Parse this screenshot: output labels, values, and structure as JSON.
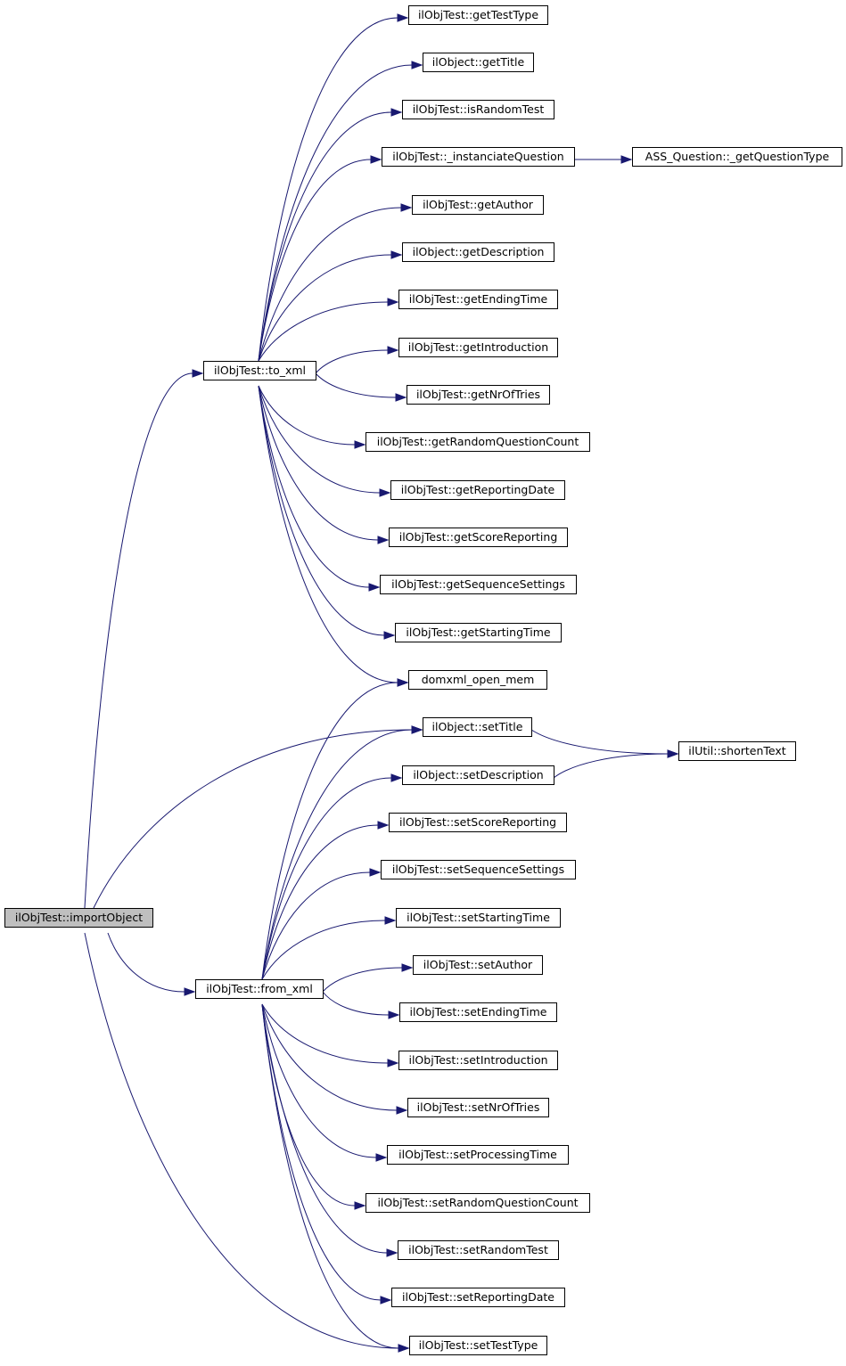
{
  "diagram": {
    "colors": {
      "edge": "#191970",
      "root_fill": "#bfbfbf",
      "node_fill": "#ffffff",
      "border": "#000000"
    },
    "nodes": [
      {
        "id": "importObject",
        "label": "ilObjTest::importObject",
        "root": true
      },
      {
        "id": "to_xml",
        "label": "ilObjTest::to_xml"
      },
      {
        "id": "from_xml",
        "label": "ilObjTest::from_xml"
      },
      {
        "id": "getTestType",
        "label": "ilObjTest::getTestType"
      },
      {
        "id": "getTitle",
        "label": "ilObject::getTitle"
      },
      {
        "id": "isRandomTest",
        "label": "ilObjTest::isRandomTest"
      },
      {
        "id": "instanciateQuestion",
        "label": "ilObjTest::_instanciateQuestion"
      },
      {
        "id": "getQuestionType",
        "label": "ASS_Question::_getQuestionType"
      },
      {
        "id": "getAuthor",
        "label": "ilObjTest::getAuthor"
      },
      {
        "id": "getDescription",
        "label": "ilObject::getDescription"
      },
      {
        "id": "getEndingTime",
        "label": "ilObjTest::getEndingTime"
      },
      {
        "id": "getIntroduction",
        "label": "ilObjTest::getIntroduction"
      },
      {
        "id": "getNrOfTries",
        "label": "ilObjTest::getNrOfTries"
      },
      {
        "id": "getRandomQuestionCount",
        "label": "ilObjTest::getRandomQuestionCount"
      },
      {
        "id": "getReportingDate",
        "label": "ilObjTest::getReportingDate"
      },
      {
        "id": "getScoreReporting",
        "label": "ilObjTest::getScoreReporting"
      },
      {
        "id": "getSequenceSettings",
        "label": "ilObjTest::getSequenceSettings"
      },
      {
        "id": "getStartingTime",
        "label": "ilObjTest::getStartingTime"
      },
      {
        "id": "domxml",
        "label": "domxml_open_mem"
      },
      {
        "id": "setTitle",
        "label": "ilObject::setTitle"
      },
      {
        "id": "shortenText",
        "label": "ilUtil::shortenText"
      },
      {
        "id": "setDescription",
        "label": "ilObject::setDescription"
      },
      {
        "id": "setScoreReporting",
        "label": "ilObjTest::setScoreReporting"
      },
      {
        "id": "setSequenceSettings",
        "label": "ilObjTest::setSequenceSettings"
      },
      {
        "id": "setStartingTime",
        "label": "ilObjTest::setStartingTime"
      },
      {
        "id": "setAuthor",
        "label": "ilObjTest::setAuthor"
      },
      {
        "id": "setEndingTime",
        "label": "ilObjTest::setEndingTime"
      },
      {
        "id": "setIntroduction",
        "label": "ilObjTest::setIntroduction"
      },
      {
        "id": "setNrOfTries",
        "label": "ilObjTest::setNrOfTries"
      },
      {
        "id": "setProcessingTime",
        "label": "ilObjTest::setProcessingTime"
      },
      {
        "id": "setRandomQuestionCount",
        "label": "ilObjTest::setRandomQuestionCount"
      },
      {
        "id": "setRandomTest",
        "label": "ilObjTest::setRandomTest"
      },
      {
        "id": "setReportingDate",
        "label": "ilObjTest::setReportingDate"
      },
      {
        "id": "setTestType",
        "label": "ilObjTest::setTestType"
      }
    ],
    "edges": [
      {
        "from": "importObject",
        "to": "to_xml"
      },
      {
        "from": "importObject",
        "to": "from_xml"
      },
      {
        "from": "importObject",
        "to": "setTitle"
      },
      {
        "from": "importObject",
        "to": "setTestType"
      },
      {
        "from": "to_xml",
        "to": "getTestType"
      },
      {
        "from": "to_xml",
        "to": "getTitle"
      },
      {
        "from": "to_xml",
        "to": "isRandomTest"
      },
      {
        "from": "to_xml",
        "to": "instanciateQuestion"
      },
      {
        "from": "to_xml",
        "to": "getAuthor"
      },
      {
        "from": "to_xml",
        "to": "getDescription"
      },
      {
        "from": "to_xml",
        "to": "getEndingTime"
      },
      {
        "from": "to_xml",
        "to": "getIntroduction"
      },
      {
        "from": "to_xml",
        "to": "getNrOfTries"
      },
      {
        "from": "to_xml",
        "to": "getRandomQuestionCount"
      },
      {
        "from": "to_xml",
        "to": "getReportingDate"
      },
      {
        "from": "to_xml",
        "to": "getScoreReporting"
      },
      {
        "from": "to_xml",
        "to": "getSequenceSettings"
      },
      {
        "from": "to_xml",
        "to": "getStartingTime"
      },
      {
        "from": "to_xml",
        "to": "domxml"
      },
      {
        "from": "instanciateQuestion",
        "to": "getQuestionType"
      },
      {
        "from": "from_xml",
        "to": "domxml"
      },
      {
        "from": "from_xml",
        "to": "setTitle"
      },
      {
        "from": "from_xml",
        "to": "setDescription"
      },
      {
        "from": "from_xml",
        "to": "setScoreReporting"
      },
      {
        "from": "from_xml",
        "to": "setSequenceSettings"
      },
      {
        "from": "from_xml",
        "to": "setStartingTime"
      },
      {
        "from": "from_xml",
        "to": "setAuthor"
      },
      {
        "from": "from_xml",
        "to": "setEndingTime"
      },
      {
        "from": "from_xml",
        "to": "setIntroduction"
      },
      {
        "from": "from_xml",
        "to": "setNrOfTries"
      },
      {
        "from": "from_xml",
        "to": "setProcessingTime"
      },
      {
        "from": "from_xml",
        "to": "setRandomQuestionCount"
      },
      {
        "from": "from_xml",
        "to": "setRandomTest"
      },
      {
        "from": "from_xml",
        "to": "setReportingDate"
      },
      {
        "from": "from_xml",
        "to": "setTestType"
      },
      {
        "from": "setTitle",
        "to": "shortenText"
      },
      {
        "from": "setDescription",
        "to": "shortenText"
      }
    ]
  }
}
